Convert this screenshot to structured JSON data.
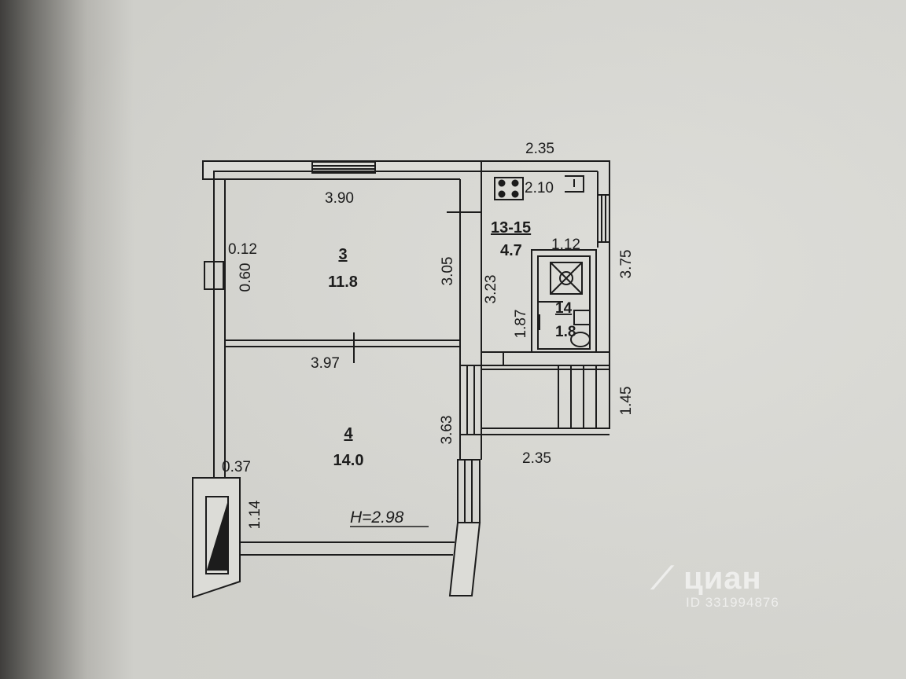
{
  "plan": {
    "labels": {
      "top_right_width": "2.35",
      "room3_width": "3.90",
      "kitchen_stove_width": "2.10",
      "room3_depth": "3.05",
      "wall_thickness": "0.12",
      "window_width": "0.60",
      "room3_number": "3",
      "room3_area": "11.8",
      "kitchen_number": "13-15",
      "kitchen_area": "4.7",
      "bath_width": "1.12",
      "kitchen_depth": "3.23",
      "right_height": "3.75",
      "bath_number": "14",
      "bath_area": "1.8",
      "bath_depth": "1.87",
      "room4_width": "3.97",
      "balcony_height": "1.45",
      "room4_number": "4",
      "room4_area": "14.0",
      "room4_depth": "3.63",
      "balcony_width": "2.35",
      "stove_niche": "0.37",
      "niche_height": "1.14",
      "ceiling_height": "H=2.98"
    }
  },
  "watermark": {
    "logo": "циан",
    "id": "ID 331994876"
  },
  "colors": {
    "line": "#1c1c1c",
    "paper": "#d4d4cf"
  }
}
